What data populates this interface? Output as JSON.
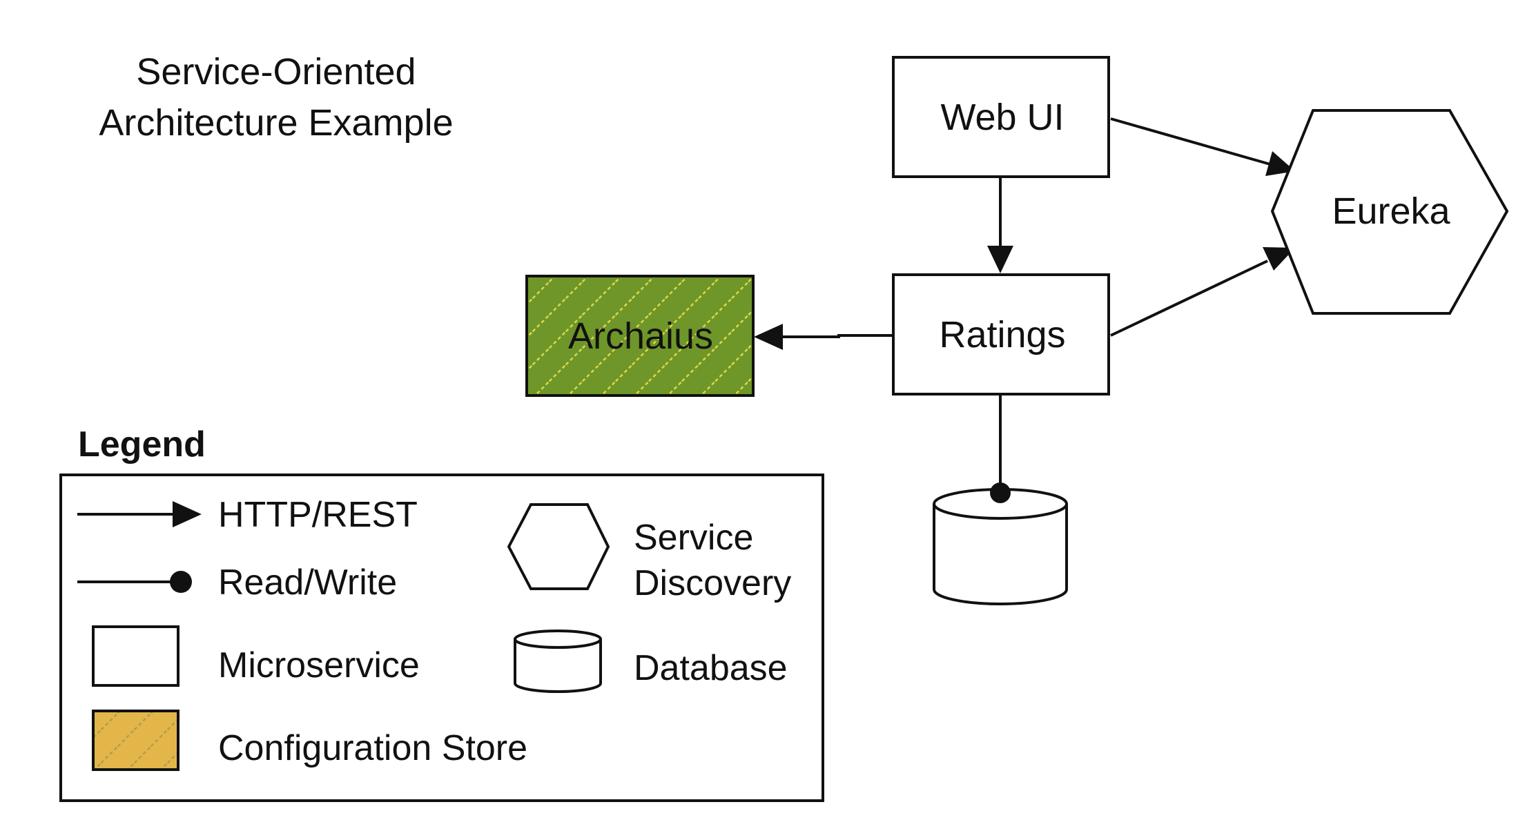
{
  "title": {
    "line1": "Service-Oriented",
    "line2": "Architecture Example"
  },
  "nodes": {
    "web_ui": "Web UI",
    "ratings": "Ratings",
    "eureka": "Eureka",
    "archaius": "Archaius"
  },
  "legend": {
    "title": "Legend",
    "http_rest": "HTTP/REST",
    "read_write": "Read/Write",
    "microservice": "Microservice",
    "configuration_store": "Configuration Store",
    "service_discovery_line1": "Service",
    "service_discovery_line2": "Discovery",
    "database": "Database"
  },
  "colors": {
    "archaius_fill": "#6f9629",
    "archaius_stripe": "#d9d94a",
    "config_store_fill": "#e3b64a",
    "config_store_stripe": "#b59a52",
    "stroke": "#111111"
  }
}
